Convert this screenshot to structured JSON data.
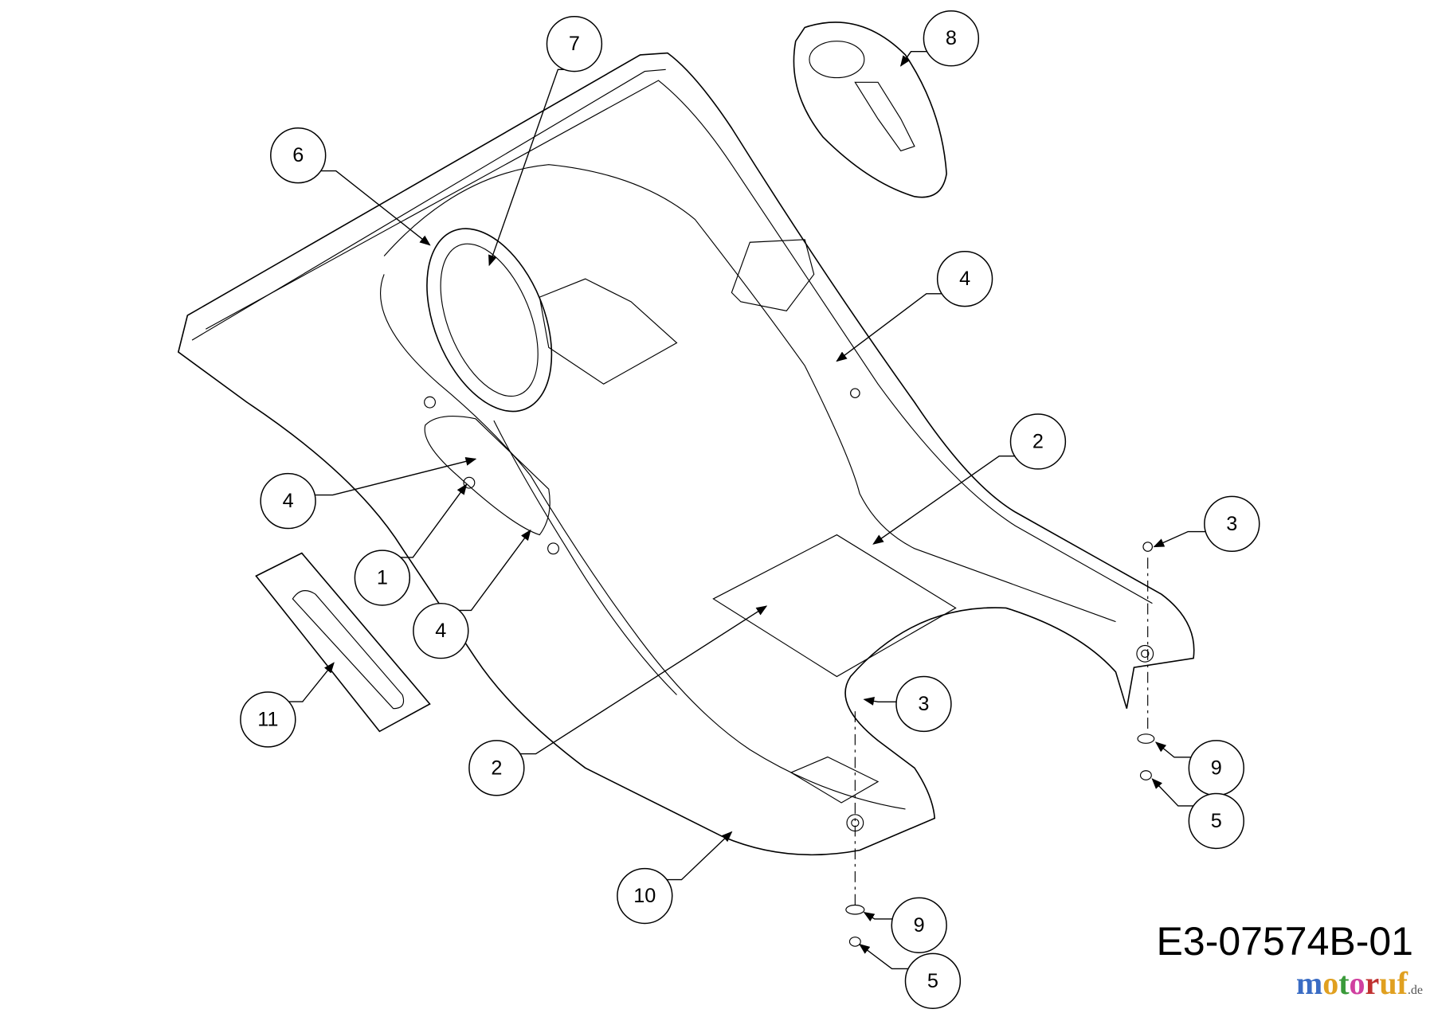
{
  "drawing_code": "E3-07574B-01",
  "watermark": {
    "text": "motoruf",
    "suffix": ".de"
  },
  "callouts": [
    "7",
    "6",
    "8",
    "4",
    "2",
    "4",
    "1",
    "4",
    "3",
    "11",
    "3",
    "2",
    "9",
    "5",
    "10",
    "9",
    "5"
  ]
}
